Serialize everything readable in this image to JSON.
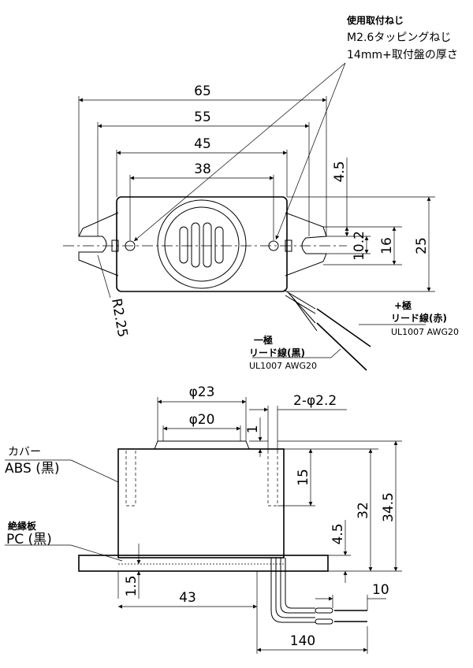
{
  "top_view": {
    "dims": {
      "w65": "65",
      "w55": "55",
      "w45": "45",
      "w38": "38",
      "h4_5": "4.5",
      "h10_2": "10.2",
      "h16": "16",
      "h25": "25",
      "r2_25": "R.2.25"
    },
    "screw_note": {
      "line1": "使用取付ねじ",
      "line2": "M2.6タッピングねじ",
      "line3": "14mm+取付盤の厚さ"
    },
    "plus_lead": {
      "line1": "+極",
      "line2": "リード線(赤)",
      "line3": "UL1007 AWG20"
    },
    "minus_lead": {
      "line1": "一極",
      "line2": "リード線(黒)",
      "line3": "UL1007 AWG20"
    }
  },
  "front_view": {
    "dims": {
      "d23": "φ23",
      "d20": "φ20",
      "holes": "2-φ2.2",
      "h1": "1",
      "h15": "15",
      "h32": "32",
      "h34_5": "34.5",
      "h4_5": "4.5",
      "h1_5": "1.5",
      "w43": "43",
      "w10": "10",
      "w140": "140"
    },
    "cover": {
      "line1": "カバー",
      "line2": "ABS (黒)"
    },
    "insulator": {
      "line1": "絶縁板",
      "line2": "PC (黒)"
    }
  }
}
